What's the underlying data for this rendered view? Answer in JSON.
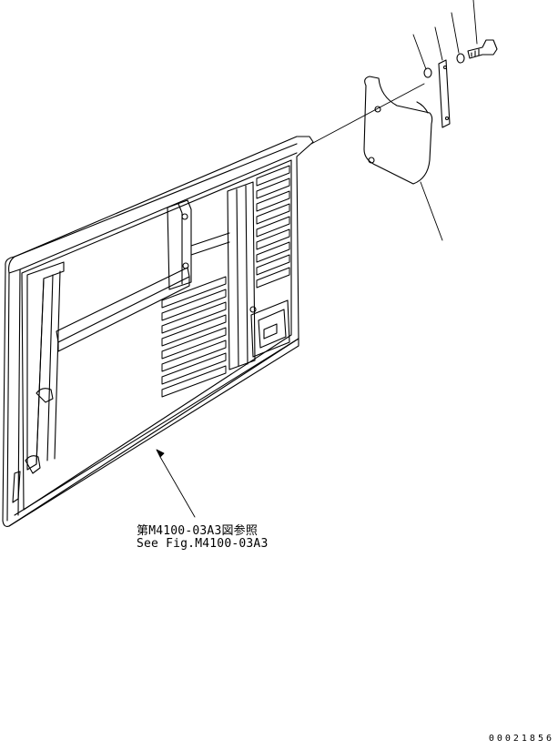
{
  "reference": {
    "jp": "第M4100-03A3図参照",
    "en": "See Fig.M4100-03A3"
  },
  "drawing_number": "00021856",
  "colors": {
    "line": "#000000",
    "background": "#ffffff"
  }
}
